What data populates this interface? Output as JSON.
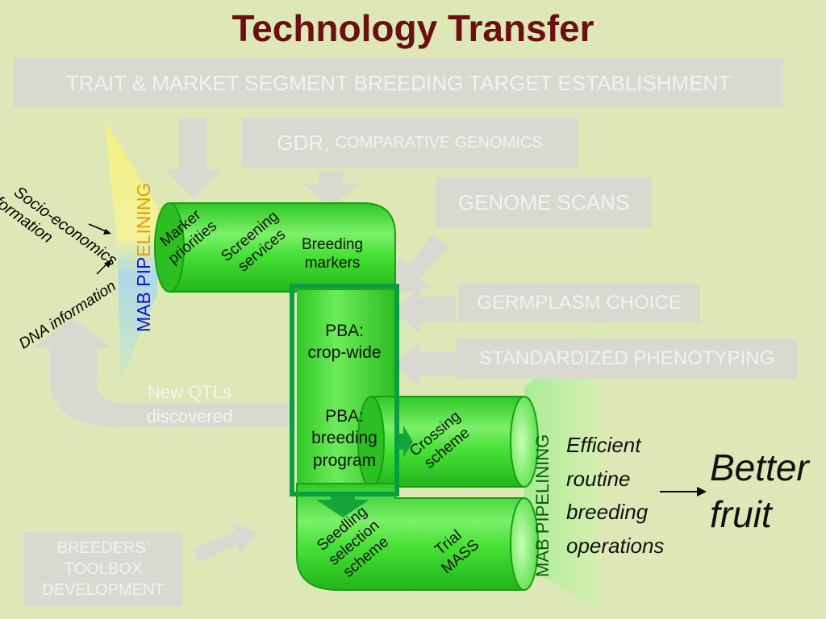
{
  "title": "Technology Transfer",
  "boxes": {
    "trait_market": "TRAIT & MARKET SEGMENT BREEDING TARGET ESTABLISHMENT",
    "gdr_main": "GDR,",
    "gdr_sub": "COMPARATIVE GENOMICS",
    "genome_scans": "GENOME SCANS",
    "germplasm": "GERMPLASM CHOICE",
    "phenotyping": "STANDARDIZED PHENOTYPING",
    "toolbox_l1": "BREEDERS’",
    "toolbox_l2": "TOOLBOX",
    "toolbox_l3": "DEVELOPMENT",
    "new_qtls_l1": "New QTLs",
    "new_qtls_l2": "discovered"
  },
  "inputs": {
    "socio_l1": "Socio-economics",
    "socio_l2": "information",
    "dna": "DNA information"
  },
  "mab_left": {
    "part1": "MAB PIP",
    "part2": "ELINING"
  },
  "mab_right": "MAB PIPELINING",
  "pipe": {
    "marker_l1": "Marker",
    "marker_l2": "priorities",
    "screening_l1": "Screening",
    "screening_l2": "services",
    "breeding_markers_l1": "Breeding",
    "breeding_markers_l2": "markers",
    "pba1_l1": "PBA:",
    "pba1_l2": "crop-wide",
    "pba2_l1": "PBA:",
    "pba2_l2": "breeding",
    "pba2_l3": "program",
    "crossing_l1": "Crossing",
    "crossing_l2": "scheme",
    "seedling_l1": "Seedling",
    "seedling_l2": "selection",
    "seedling_l3": "scheme",
    "trial_l1": "Trial",
    "trial_l2": "MASS"
  },
  "outcome": {
    "efficient_l1": "Efficient",
    "efficient_l2": "routine",
    "efficient_l3": "breeding",
    "efficient_l4": "operations",
    "better_l1": "Better",
    "better_l2": "fruit"
  },
  "colors": {
    "title": "#6b0f12",
    "pipe_green": "#3fd92f",
    "frame_green": "#0a9e42",
    "gray_box": "#d9d9d2",
    "mab_blue": "#1010d0",
    "mab_orange": "#e0a000",
    "mab_green": "#0a5e0a"
  }
}
